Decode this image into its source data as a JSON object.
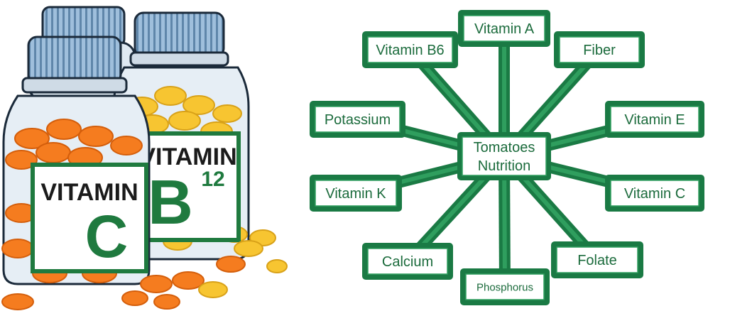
{
  "illustration": {
    "bottle_c": {
      "word": "VITAMIN",
      "letter": "C"
    },
    "bottle_b": {
      "word": "VITAMIN",
      "letter": "B",
      "superscript": "12"
    }
  },
  "diagram": {
    "center": {
      "lines": [
        "Tomatoes",
        "Nutrition"
      ]
    },
    "nodes": [
      {
        "id": "vitamin-a",
        "label": "Vitamin A"
      },
      {
        "id": "vitamin-b6",
        "label": "Vitamin B6"
      },
      {
        "id": "fiber",
        "label": "Fiber"
      },
      {
        "id": "potassium",
        "label": "Potassium"
      },
      {
        "id": "vitamin-e",
        "label": "Vitamin E"
      },
      {
        "id": "vitamin-k",
        "label": "Vitamin K"
      },
      {
        "id": "vitamin-c",
        "label": "Vitamin C"
      },
      {
        "id": "calcium",
        "label": "Calcium"
      },
      {
        "id": "folate",
        "label": "Folate"
      },
      {
        "id": "phosphorus",
        "label": "Phosphorus"
      }
    ]
  },
  "colors": {
    "frame": "#1a7a44",
    "frame_inner": "#2f9e5e",
    "node_fill": "#ffffff",
    "text": "#1b6b3c",
    "pill_orange": "#f57c1f",
    "pill_yellow": "#f7c531",
    "label_green": "#1f7a3f",
    "bottle_glass": "#dfe9f2",
    "cap_blue": "#7fa3c4"
  }
}
